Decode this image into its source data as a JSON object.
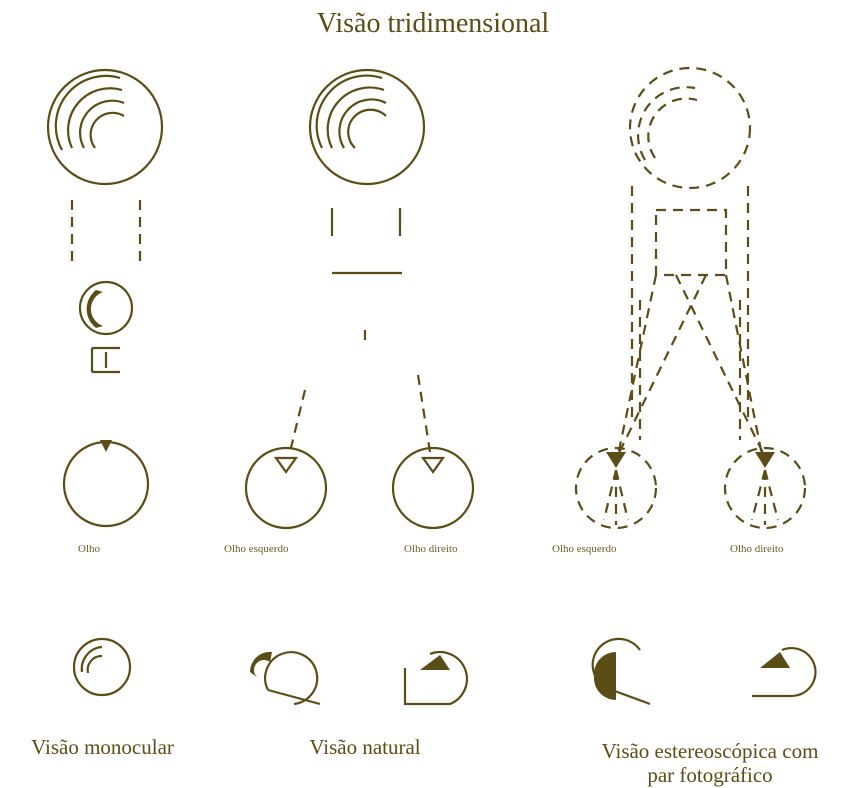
{
  "title": "Visão tridimensional",
  "eye_labels": {
    "single": "Olho",
    "natural_left": "Olho esquerdo",
    "natural_right": "Olho direito",
    "stereo_left": "Olho esquerdo",
    "stereo_right": "Olho direito"
  },
  "captions": {
    "monocular": "Visão monocular",
    "natural": "Visão natural",
    "stereo_line1": "Visão estereoscópica com",
    "stereo_line2": "par fotográfico"
  },
  "colors": {
    "ink": "#5a4e16",
    "background": "#ffffff"
  }
}
